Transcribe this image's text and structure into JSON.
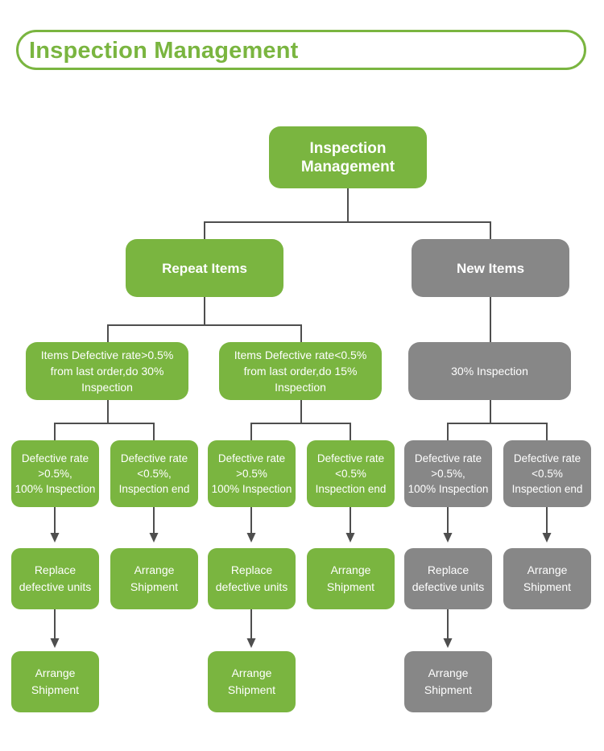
{
  "header": {
    "title": "Inspection Management"
  },
  "flowchart": {
    "type": "tree-diagram",
    "colors": {
      "green": "#7ab540",
      "grey": "#878787",
      "connector": "#4e4e4e",
      "background": "#ffffff"
    },
    "root": {
      "label": "Inspection\nManagement",
      "color": "green"
    },
    "level2": [
      {
        "label": "Repeat Items",
        "color": "green"
      },
      {
        "label": "New Items",
        "color": "grey"
      }
    ],
    "level3": [
      {
        "label": "Items Defective rate>0.5%\nfrom last order,do 30%\nInspection",
        "color": "green"
      },
      {
        "label": "Items Defective rate<0.5%\nfrom last order,do 15%\nInspection",
        "color": "green"
      },
      {
        "label": "30% Inspection",
        "color": "grey"
      }
    ],
    "level4": [
      {
        "label": "Defective rate\n>0.5%,\n100% Inspection",
        "color": "green"
      },
      {
        "label": "Defective rate\n<0.5%,\nInspection end",
        "color": "green"
      },
      {
        "label": "Defective rate\n>0.5%\n100% Inspection",
        "color": "green"
      },
      {
        "label": "Defective rate\n<0.5%\nInspection end",
        "color": "green"
      },
      {
        "label": "Defective rate\n>0.5%,\n100% Inspection",
        "color": "grey"
      },
      {
        "label": "Defective rate\n<0.5%\nInspection end",
        "color": "grey"
      }
    ],
    "level5": [
      {
        "label": "Replace\ndefective units",
        "color": "green"
      },
      {
        "label": "Arrange\nShipment",
        "color": "green"
      },
      {
        "label": "Replace\ndefective units",
        "color": "green"
      },
      {
        "label": "Arrange\nShipment",
        "color": "green"
      },
      {
        "label": "Replace\ndefective units",
        "color": "grey"
      },
      {
        "label": "Arrange\nShipment",
        "color": "grey"
      }
    ],
    "level6": [
      {
        "label": "Arrange\nShipment",
        "color": "green"
      },
      {
        "label": "Arrange\nShipment",
        "color": "green"
      },
      {
        "label": "Arrange\nShipment",
        "color": "grey"
      }
    ]
  }
}
